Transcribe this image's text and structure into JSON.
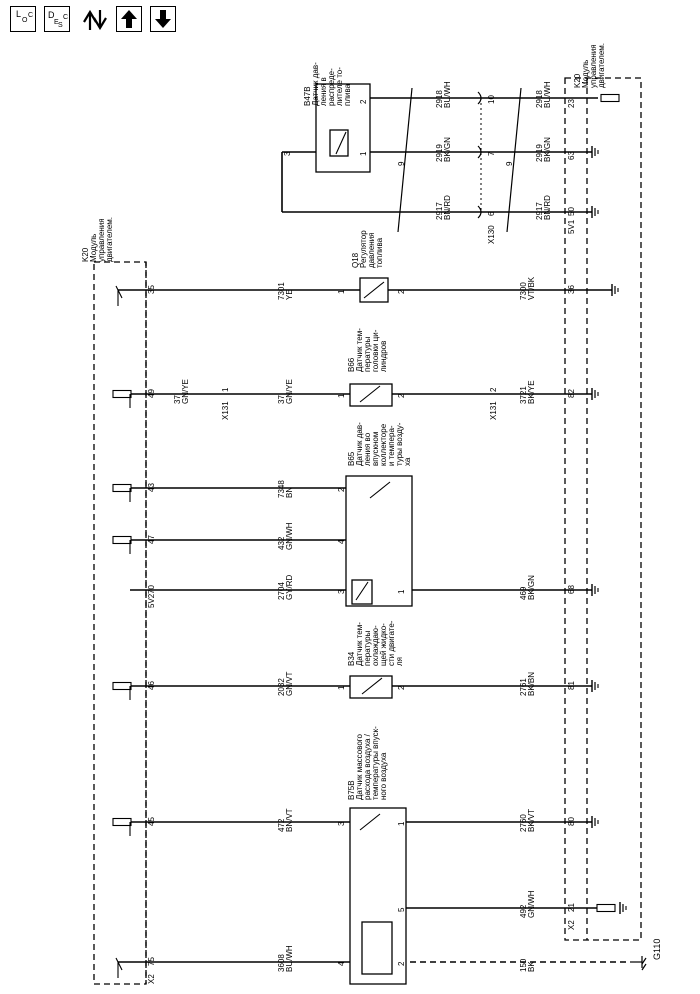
{
  "toolbar": {
    "loc": {
      "main": "L",
      "sub1": "O",
      "sub2": "C"
    },
    "desc": {
      "main": "D",
      "sub1": "E",
      "sub2": "S",
      "sub3": "C"
    },
    "buttons": [
      "loc-icon",
      "desc-icon",
      "swap-icon",
      "arrow-up-icon",
      "arrow-down-icon"
    ]
  },
  "header": {
    "b47b": [
      "B47B",
      "Датчик дав-",
      "ления в",
      "распредe-",
      "лителе то-",
      "плива"
    ],
    "k20_right": [
      "K20",
      "Модуль",
      "управления",
      "двигателем."
    ],
    "k20_left": [
      "K20",
      "Модуль",
      "управления",
      "двигателем."
    ]
  },
  "components": {
    "q18": [
      "Q18",
      "Регулятор",
      "давления",
      "топлива"
    ],
    "b66": [
      "B66",
      "Датчик тем-",
      "пературы",
      "головки ци-",
      "линдров"
    ],
    "b65": [
      "B65",
      "Датчик дав-",
      "ления во",
      "впускном",
      "коллекторе",
      "и темпера-",
      "туры возду-",
      "ха"
    ],
    "b34": [
      "B34",
      "Датчик тем-",
      "пературы",
      "охлаждаю-",
      "щей жидко-",
      "сти двигате-",
      "ля"
    ],
    "b75b": [
      "B75B",
      "Датчик массового",
      "расхода воздуха /",
      "температуры впуск-",
      "ного воздуха"
    ]
  },
  "top_wires": {
    "w1": {
      "pin": "2",
      "circuit": "2918",
      "color": "BU/WH",
      "xpin": "10",
      "kpin": "23"
    },
    "w2": {
      "pin": "1",
      "circuit": "2919",
      "color": "BK/GN",
      "xpin": "7",
      "kpin": "63"
    },
    "w3": {
      "pin": "3",
      "circuit": "2917",
      "color": "BN/RD",
      "xpin": "6",
      "kpin": "50"
    },
    "twist": "9",
    "x130": "X130",
    "vref": "5V1"
  },
  "rows": [
    {
      "lpin": "35",
      "lcirc": "7301",
      "lcol": "YE",
      "cpin_l": "1",
      "cpin_r": "2",
      "rcirc": "7300",
      "rcol": "VT/BK",
      "rpin": "36"
    },
    {
      "lpin": "49",
      "lcirc": "37",
      "lcol": "GN/YE",
      "lcirc2": "37",
      "lcol2": "GN/YE",
      "x131l": "X131",
      "x131pinl": "1",
      "cpin_l": "1",
      "cpin_r": "2",
      "rcirc": "3721",
      "rcol": "BK/YE",
      "x131r": "X131",
      "x131pinr": "2",
      "rcirc2": "3721",
      "rcol2": "BK/YE",
      "rpin": "82"
    },
    {
      "lpin": "43",
      "lcirc": "7348",
      "lcol": "BN",
      "cpin_l": "2"
    },
    {
      "lpin": "47",
      "lcirc": "432",
      "lcol": "GN/WH",
      "cpin_l": "4"
    },
    {
      "lpin": "70",
      "lcirc": "2704",
      "lcol": "GY/RD",
      "cpin_l": "3",
      "cpin_r": "1",
      "rcirc": "469",
      "rcol": "BK/GN",
      "rpin": "68",
      "vref": "5V2"
    },
    {
      "lpin": "46",
      "lcirc": "2032",
      "lcol": "GN/VT",
      "cpin_l": "1",
      "cpin_r": "2",
      "rcirc": "2761",
      "rcol": "BK/BN",
      "rpin": "81"
    },
    {
      "lpin": "45",
      "lcirc": "472",
      "lcol": "BN/VT",
      "cpin_l": "3",
      "cpin_r": "1",
      "rcirc": "2760",
      "rcol": "BK/VT",
      "rpin": "80"
    },
    {
      "cpin_r": "5",
      "rcirc": "492",
      "rcol": "GN/WH",
      "rpin": "21"
    },
    {
      "lpin": "75",
      "lcirc": "3608",
      "lcol": "BU/WH",
      "cpin_l": "4",
      "cpin_r": "2",
      "rcirc": "150",
      "rcol": "BK"
    }
  ],
  "connectors": {
    "x2_left": "X2",
    "x2_right": "X2"
  },
  "ground": "G110"
}
